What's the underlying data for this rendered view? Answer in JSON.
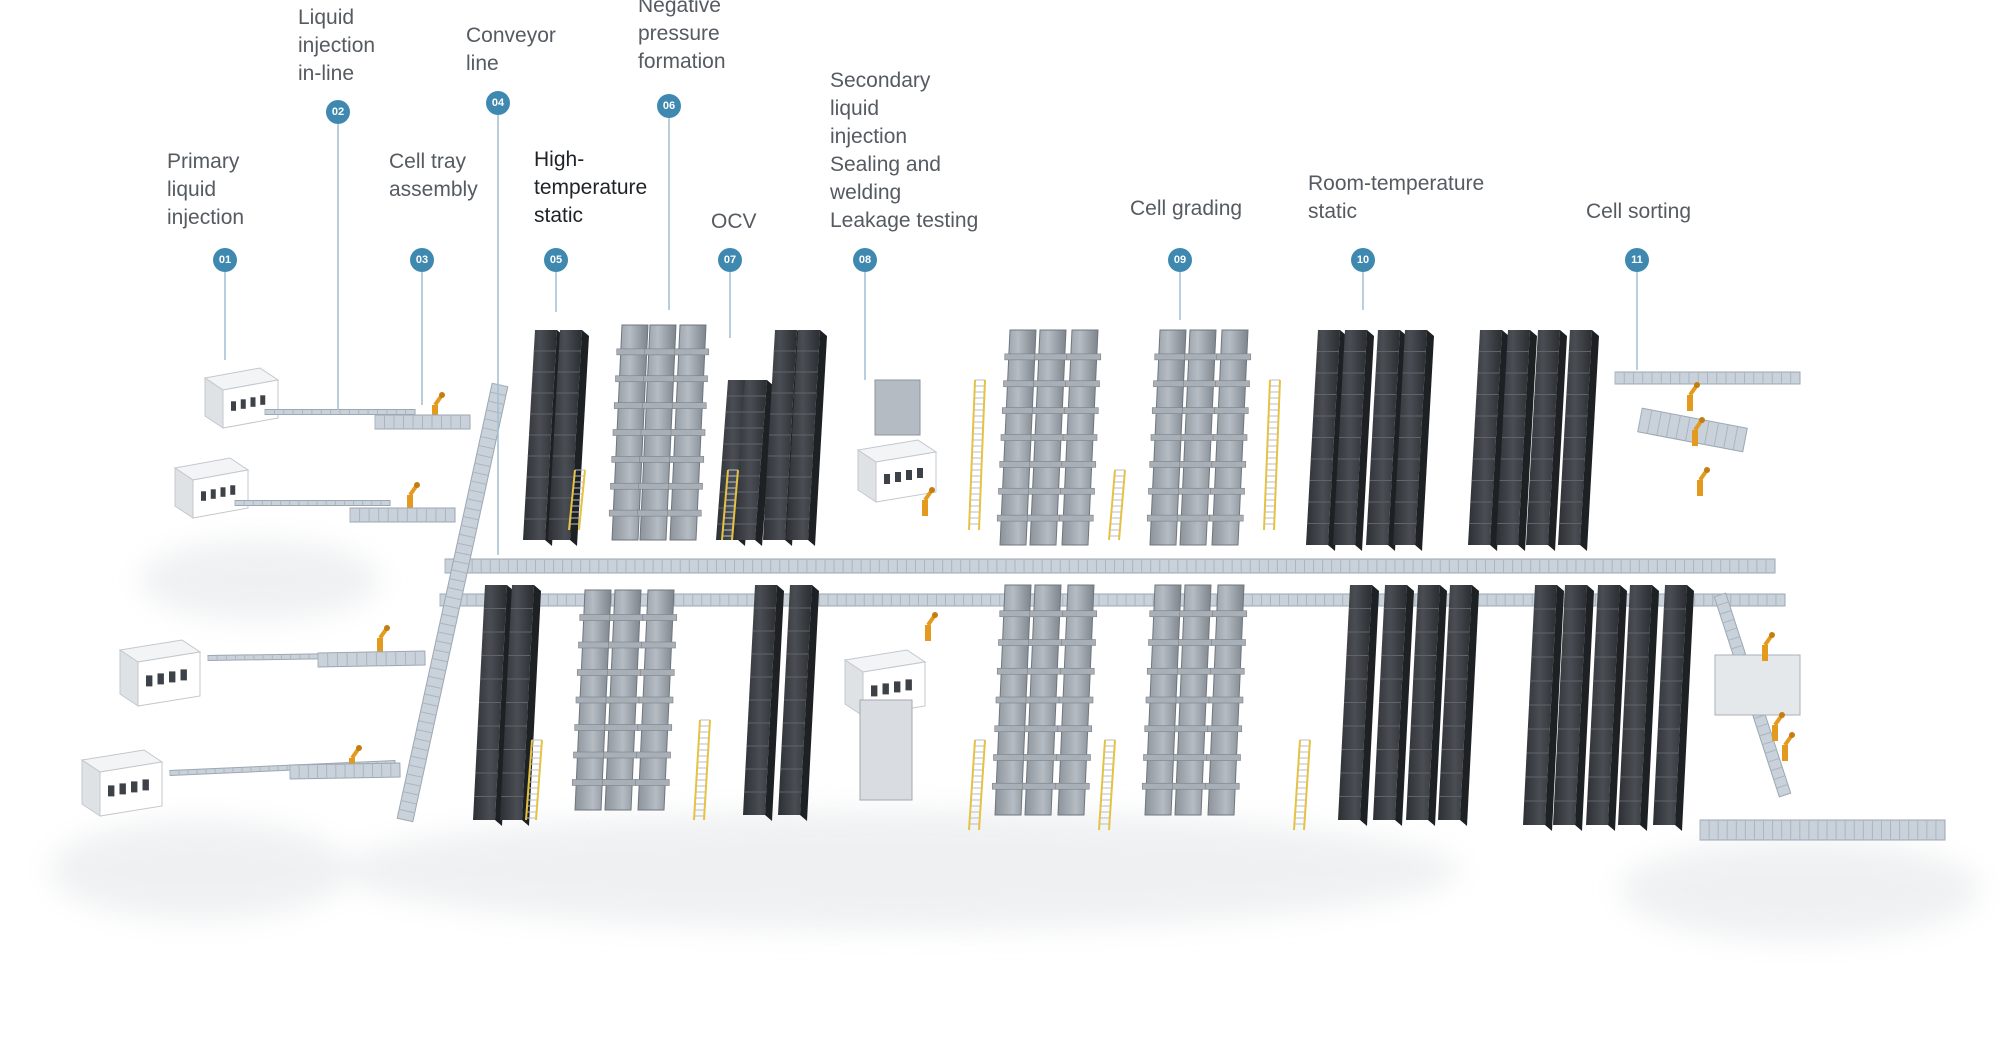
{
  "stations": [
    {
      "num": "01",
      "lines": [
        "Primary",
        "liquid",
        "injection"
      ]
    },
    {
      "num": "02",
      "lines": [
        "Liquid",
        "injection",
        "in-line"
      ]
    },
    {
      "num": "03",
      "lines": [
        "Cell tray",
        "assembly"
      ]
    },
    {
      "num": "04",
      "lines": [
        "Conveyor",
        "line"
      ]
    },
    {
      "num": "05",
      "lines": [
        "High-",
        "temperature",
        "static"
      ]
    },
    {
      "num": "06",
      "lines": [
        "Negative",
        "pressure",
        "formation"
      ]
    },
    {
      "num": "07",
      "lines": [
        "OCV"
      ]
    },
    {
      "num": "08",
      "lines": [
        "Secondary",
        "liquid",
        "injection",
        "Sealing and",
        "welding",
        "Leakage testing"
      ]
    },
    {
      "num": "09",
      "lines": [
        "Cell grading"
      ]
    },
    {
      "num": "10",
      "lines": [
        "Room-temperature",
        "static"
      ]
    },
    {
      "num": "11",
      "lines": [
        "Cell sorting"
      ]
    }
  ],
  "colors": {
    "badge": "#3f88b0",
    "leader": "#9fbfd2",
    "label": "#555b61",
    "rack": "#3a3d42",
    "conveyor": "#c9d2da",
    "robot": "#e39a1e",
    "accent": "#e8c33a"
  }
}
